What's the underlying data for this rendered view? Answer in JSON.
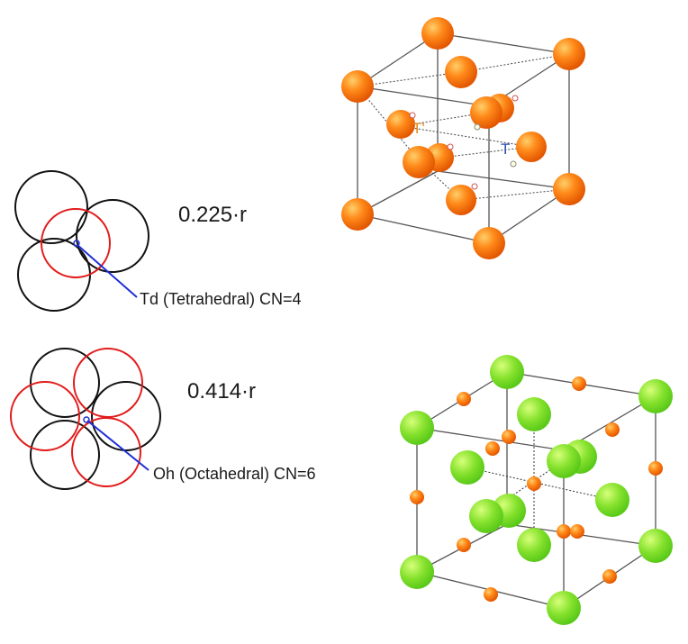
{
  "colors": {
    "circle_black": "#111111",
    "circle_red": "#e21b1b",
    "pointer_blue": "#1f2fd6",
    "atom_orange": "#f57c00",
    "atom_green": "#7be22a",
    "label_T_orange": "#e08a1e",
    "label_T_blue": "#2a4fb5"
  },
  "tetrahedral": {
    "ratio": "0.225·r",
    "caption": "Td (Tetrahedral) CN=4",
    "site_label_1": "T'",
    "site_label_2": "T"
  },
  "octahedral": {
    "ratio": "0.414·r",
    "caption": "Oh (Octahedral) CN=6"
  },
  "icons": {
    "td_packing": "tetrahedral-hole-packing-icon",
    "oh_packing": "octahedral-hole-packing-icon",
    "fcc_orange": "fcc-lattice-tetrahedral-sites",
    "fcc_green": "fcc-lattice-octahedral-sites"
  }
}
